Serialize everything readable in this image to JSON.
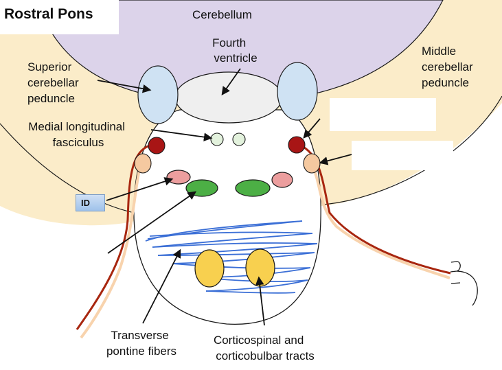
{
  "title": "Rostral Pons",
  "labels": {
    "cerebellum": "Cerebellum",
    "fourth_ventricle": [
      "Fourth",
      "ventricle"
    ],
    "superior_cerebellar_peduncle": [
      "Superior",
      "cerebellar",
      "peduncle"
    ],
    "middle_cerebellar_peduncle": [
      "Middle",
      "cerebellar",
      "peduncle"
    ],
    "medial_longitudinal_fasciculus": [
      "Medial longitudinal",
      "fasciculus"
    ],
    "transverse_pontine_fibers": [
      "Transverse",
      "pontine fibers"
    ],
    "corticospinal_tracts": [
      "Corticospinal and",
      "corticobulbar tracts"
    ]
  },
  "id_badge": "ID",
  "colors": {
    "cerebellum": "#dcd3ea",
    "middle_peduncle": "#fbecc9",
    "superior_peduncle": "#cfe2f3",
    "ventricle": "#efefef",
    "mlf": "#e3f2dd",
    "red_nucleus": "#a81515",
    "peach": "#f5c9a0",
    "pink": "#ec9e9e",
    "green": "#4caf45",
    "yellow": "#f8d04f",
    "pontine_fibers": "#3b6fd6",
    "tract_dark": "#a8260f",
    "tract_light": "#f8d3ad"
  }
}
